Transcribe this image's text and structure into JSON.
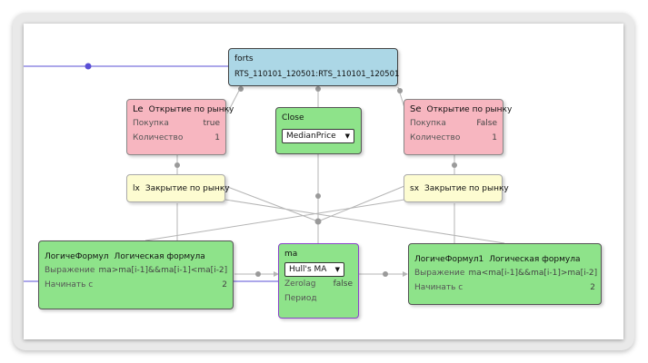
{
  "nodes": {
    "forts": {
      "title": "forts",
      "value": "RTS_110101_120501:RTS_110101_120501"
    },
    "le": {
      "short": "Le",
      "title": "Открытие по рынку",
      "rows": [
        {
          "label": "Покупка",
          "value": "true"
        },
        {
          "label": "Количество",
          "value": "1"
        }
      ]
    },
    "close": {
      "title": "Close",
      "select": "MedianPrice"
    },
    "se": {
      "short": "Se",
      "title": "Открытие по рынку",
      "rows": [
        {
          "label": "Покупка",
          "value": "False"
        },
        {
          "label": "Количество",
          "value": "1"
        }
      ]
    },
    "lx": {
      "short": "lx",
      "title": "Закрытие по рынку"
    },
    "sx": {
      "short": "sx",
      "title": "Закрытие по рынку"
    },
    "logic1": {
      "short": "ЛогичеФормул",
      "title": "Логическая формула",
      "rows": [
        {
          "label": "Выражение",
          "value": "ma>ma[i-1]&&ma[i-1]<ma[i-2]"
        },
        {
          "label": "Начинать с",
          "value": "2"
        }
      ]
    },
    "ma": {
      "title": "ma",
      "select": "Hull's MA",
      "rows": [
        {
          "label": "Zerolag",
          "value": "false"
        },
        {
          "label": "Период",
          "value": ""
        }
      ]
    },
    "logic2": {
      "short": "ЛогичеФормул1",
      "title": "Логическая формула",
      "rows": [
        {
          "label": "Выражение",
          "value": "ma<ma[i-1]&&ma[i-1]>ma[i-2]"
        },
        {
          "label": "Начинать с",
          "value": "2"
        }
      ]
    }
  },
  "colors": {
    "blue": "#acd7e6",
    "red": "#f7b6c0",
    "green": "#8ee38a",
    "yellow": "#fdfcd1",
    "wire": "#b5b5b5",
    "selection": "#8a45c9",
    "link": "#5a4fd6"
  }
}
